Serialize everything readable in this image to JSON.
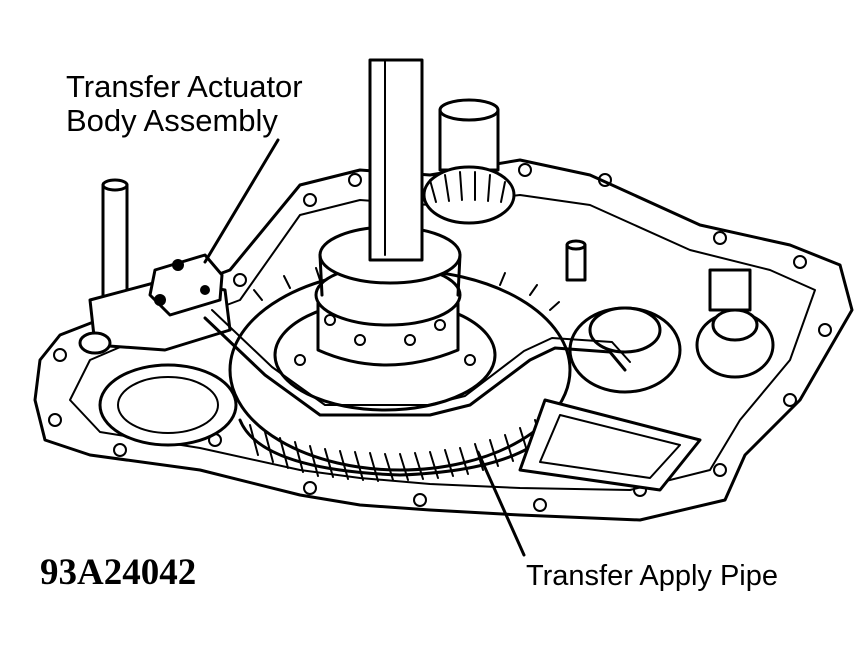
{
  "labels": {
    "actuator_line1": "Transfer Actuator",
    "actuator_line2": "Body Assembly",
    "pipe": "Transfer Apply Pipe"
  },
  "figure_id": "93A24042",
  "colors": {
    "ink": "#000000",
    "paper": "#ffffff"
  }
}
